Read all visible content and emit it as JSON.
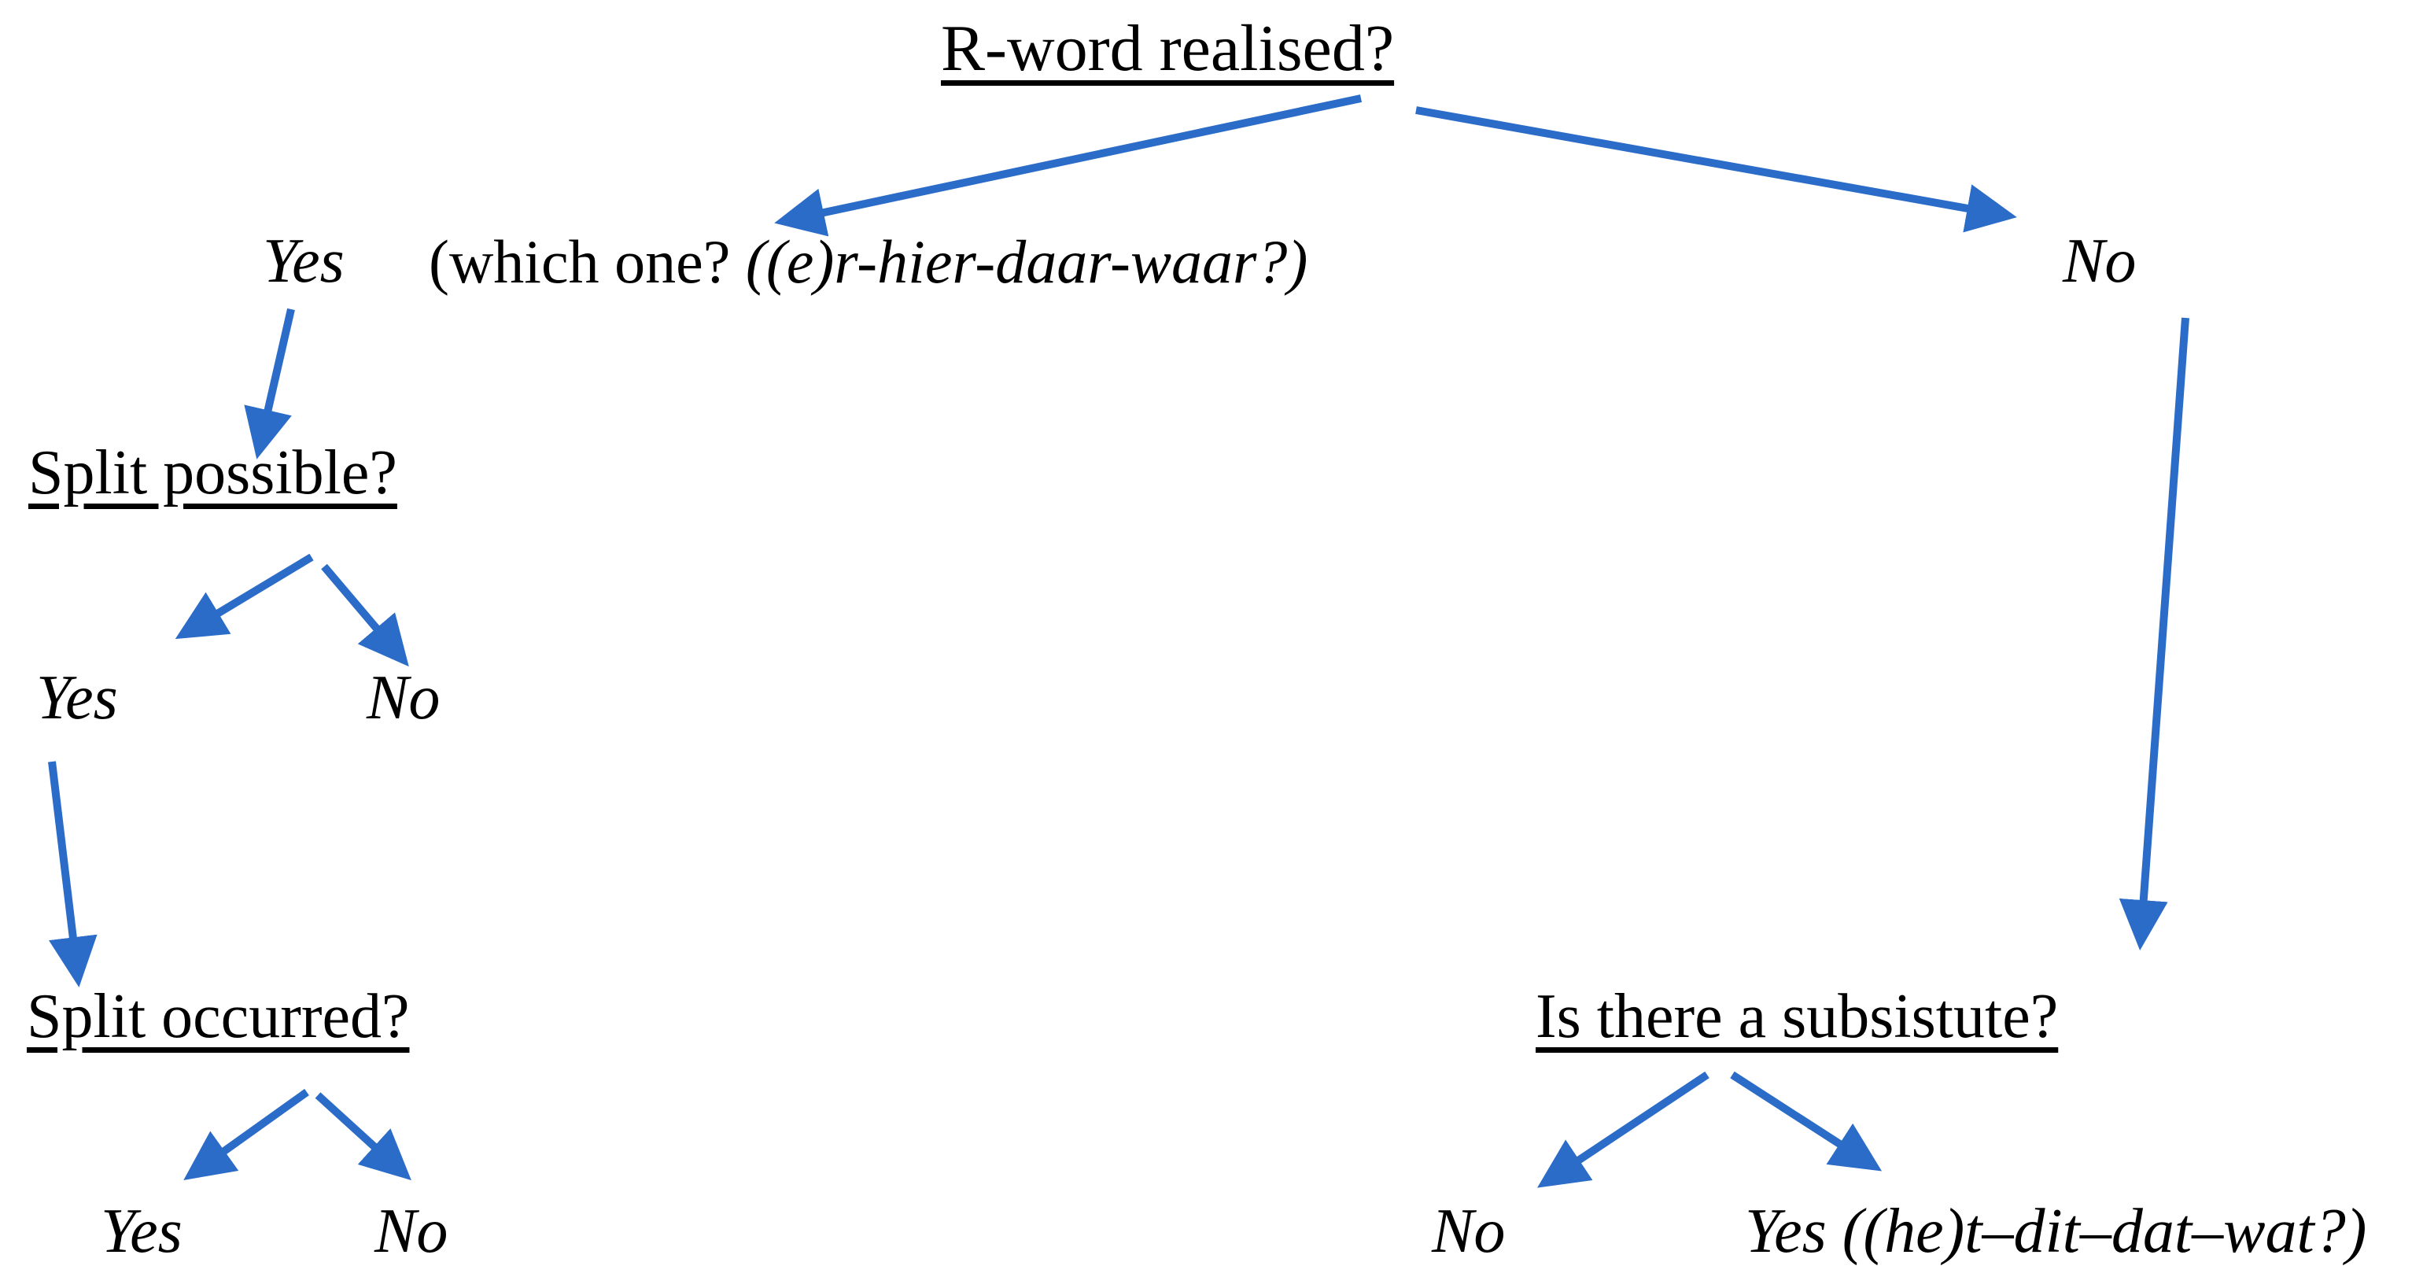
{
  "diagram": {
    "root": {
      "label": "R-word realised?"
    },
    "level1": {
      "yes_label": "Yes",
      "which_note_prefix": "(which one? ",
      "which_note_italic": "((e)r-hier-daar-waar?)",
      "no_label": "No"
    },
    "split_possible": {
      "label": "Split possible?",
      "yes_label": "Yes",
      "no_label": "No"
    },
    "split_occurred": {
      "label": "Split occurred?",
      "yes_label": "Yes",
      "no_label": "No"
    },
    "substitute": {
      "label": "Is there a subsistute?",
      "no_label": "No",
      "yes_label": "Yes ((he)t–dit–dat–wat?)"
    }
  },
  "edges": [
    {
      "from": "root-question",
      "to": "yes-branch-left"
    },
    {
      "from": "root-question",
      "to": "no-branch-right"
    },
    {
      "from": "yes-branch-left",
      "to": "split-possible-question"
    },
    {
      "from": "split-possible-question",
      "to": "split-possible-yes"
    },
    {
      "from": "split-possible-question",
      "to": "split-possible-no"
    },
    {
      "from": "split-possible-yes",
      "to": "split-occurred-question"
    },
    {
      "from": "split-occurred-question",
      "to": "split-occurred-yes"
    },
    {
      "from": "split-occurred-question",
      "to": "split-occurred-no"
    },
    {
      "from": "no-branch-right",
      "to": "substitute-question"
    },
    {
      "from": "substitute-question",
      "to": "substitute-no"
    },
    {
      "from": "substitute-question",
      "to": "substitute-yes"
    }
  ],
  "colors": {
    "arrow": "#2b6cc8",
    "text": "#000000",
    "background": "#ffffff"
  }
}
